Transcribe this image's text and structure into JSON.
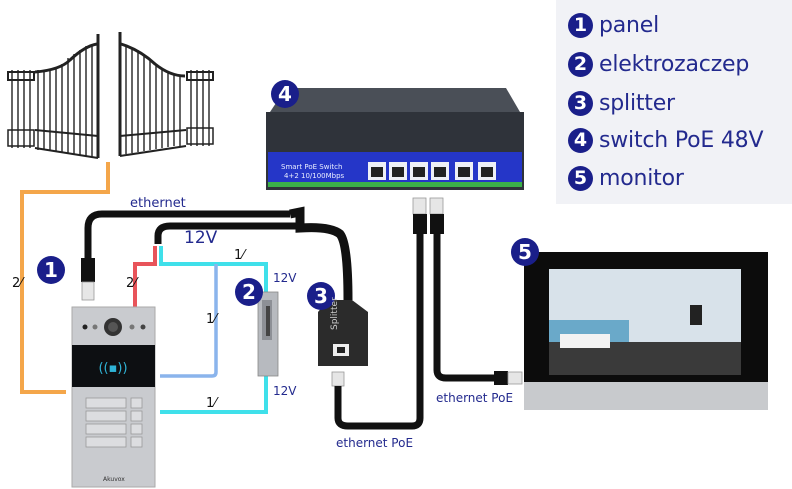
{
  "legend": {
    "items": [
      {
        "num": "1",
        "label": "panel"
      },
      {
        "num": "2",
        "label": "elektrozaczep"
      },
      {
        "num": "3",
        "label": "splitter"
      },
      {
        "num": "4",
        "label": "switch PoE 48V"
      },
      {
        "num": "5",
        "label": "monitor"
      }
    ]
  },
  "badges": {
    "panel": "1",
    "lock": "2",
    "splitter": "3",
    "switch": "4",
    "monitor": "5"
  },
  "wire_labels": {
    "ethernet": "ethernet",
    "v12_top": "12V",
    "v12_lock_top": "12V",
    "v12_lock_bottom": "12V",
    "ethernet_poe_monitor": "ethernet PoE",
    "ethernet_poe_splitter": "ethernet PoE"
  },
  "wire_counts": {
    "gate": "2",
    "red": "2",
    "cyan_top": "1",
    "blue": "1",
    "cyan_bottom": "1"
  },
  "devices": {
    "switch_title": "Smart PoE Switch",
    "switch_spec": "4+2 10/100Mbps",
    "splitter_text": "Splitter",
    "panel_brand": "Akuvox"
  },
  "colors": {
    "accent": "#1a1f8a",
    "text": "#232a8e",
    "gate_wire": "#f4a64a",
    "red_wire": "#e8545a",
    "cyan_wire": "#3fe0ea",
    "blue_wire": "#8ab4ec",
    "cable": "#111111"
  }
}
